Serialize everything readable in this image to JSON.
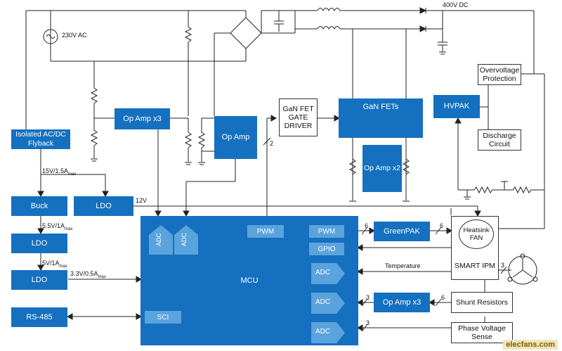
{
  "labels": {
    "ac_source": "230V AC",
    "dc_bus": "400V DC",
    "rail_15v": "15V/1.5A",
    "rail_15v_sub": "max",
    "rail_12v": "12V",
    "rail_5v5": "5.5V/1A",
    "rail_5v5_sub": "max",
    "rail_5v": "5V/1A",
    "rail_5v_sub": "max",
    "rail_3v3": "3.3V/0.5A",
    "rail_3v3_sub": "max",
    "bus_gate": "2",
    "bus_pwm_a": "6",
    "bus_pwm_b": "6",
    "bus_shunt_a": "3",
    "bus_shunt_b": "6",
    "bus_phase": "3",
    "bus_motor": "3",
    "temperature": "Temperature"
  },
  "blocks": {
    "flyback": "Isolated AC/DC Flyback",
    "opamp3_top": "Op Amp x3",
    "opamp": "Op Amp",
    "gate_driver": "GaN FET GATE DRIVER",
    "gan_fets": "GaN FETs",
    "opamp2": "Op Amp x2",
    "hvpak": "HVPAK",
    "overvoltage": "Overvoltage Protection",
    "discharge": "Discharge Circuit",
    "buck": "Buck",
    "ldo_top": "LDO",
    "ldo_mid": "LDO",
    "ldo_bot": "LDO",
    "rs485": "RS-485",
    "mcu": "MCU",
    "adc_v1": "ADC",
    "adc_v2": "ADC",
    "pwm_left": "PWM",
    "pwm_right": "PWM",
    "gpio": "GPIO",
    "adc_r1": "ADC",
    "adc_r2": "ADC",
    "adc_r3": "ADC",
    "sci": "SCI",
    "greenpak": "GreenPAK",
    "heatsink_fan": "Heatsink FAN",
    "smart_ipm": "SMART IPM",
    "opamp3_bottom": "Op Amp x3",
    "shunt": "Shunt Resistors",
    "phase_voltage": "Phase Voltage Sense"
  },
  "watermark": "elecfans.com",
  "colors": {
    "block": "#1570c0",
    "block_light": "#5aa3dc",
    "wire": "#222222"
  }
}
